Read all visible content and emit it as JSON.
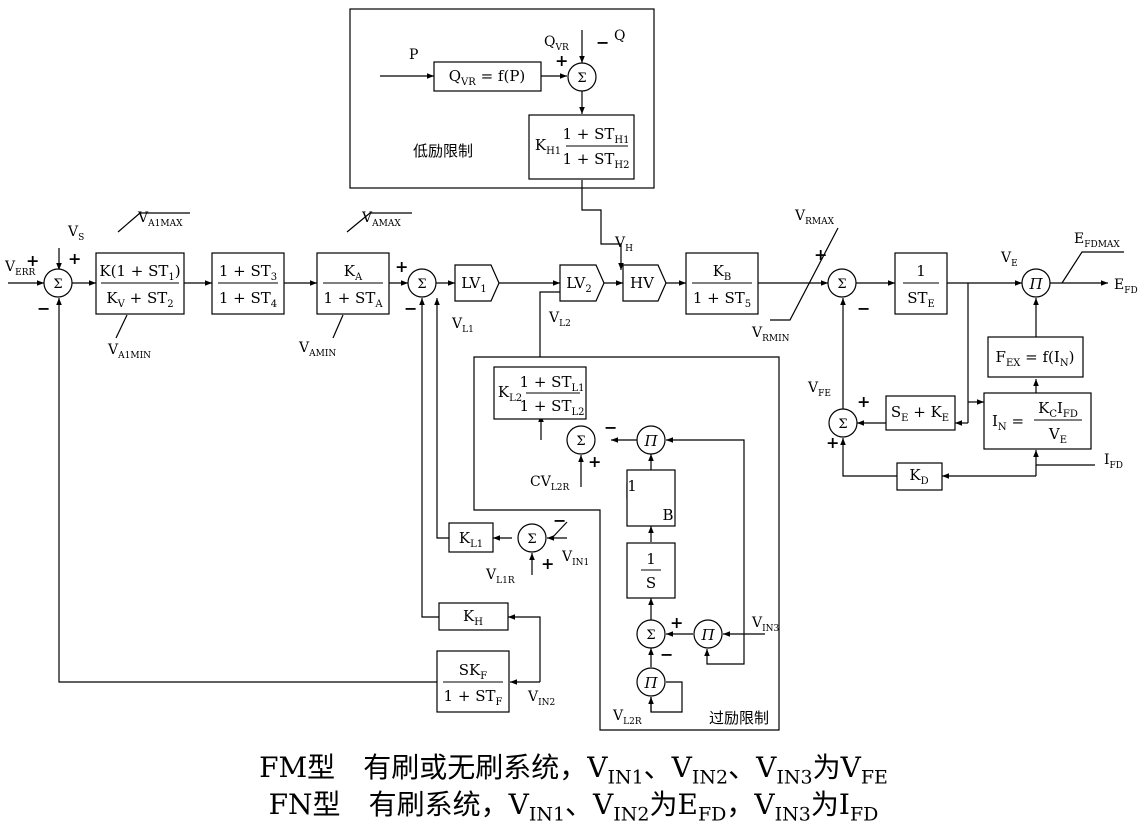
{
  "regions": {
    "under_excitation": "低励限制",
    "over_excitation": "过励限制"
  },
  "signals": {
    "verr_base": "V",
    "verr_sub": "ERR",
    "vs_base": "V",
    "vs_sub": "S",
    "va1max_base": "V",
    "va1max_sub": "A1MAX",
    "va1min_base": "V",
    "va1min_sub": "A1MIN",
    "vamax_base": "V",
    "vamax_sub": "AMAX",
    "vamin_base": "V",
    "vamin_sub": "AMIN",
    "vl1_base": "V",
    "vl1_sub": "L1",
    "vl2_base": "V",
    "vl2_sub": "L2",
    "vh_base": "V",
    "vh_sub": "H",
    "vrmax_base": "V",
    "vrmax_sub": "RMAX",
    "vrmin_base": "V",
    "vrmin_sub": "RMIN",
    "ve_base": "V",
    "ve_sub": "E",
    "efdmax_base": "E",
    "efdmax_sub": "FDMAX",
    "efd_base": "E",
    "efd_sub": "FD",
    "vfe_base": "V",
    "vfe_sub": "FE",
    "ifd_base": "I",
    "ifd_sub": "FD",
    "p": "P",
    "q": "Q",
    "qvr_base": "Q",
    "qvr_sub": "VR",
    "cvl2r_base": "CV",
    "cvl2r_sub": "L2R",
    "vl1r_base": "V",
    "vl1r_sub": "L1R",
    "vin1_base": "V",
    "vin1_sub": "IN1",
    "vin2_base": "V",
    "vin2_sub": "IN2",
    "vin3_base": "V",
    "vin3_sub": "IN3",
    "vl2r_base": "V",
    "vl2r_sub": "L2R"
  },
  "symbols": {
    "sum": "Σ",
    "mult": "Π",
    "plus": "+",
    "minus": "−"
  },
  "blocks": {
    "lv1_base": "LV",
    "lv1_sub": "1",
    "lv2_base": "LV",
    "lv2_sub": "2",
    "hv": "HV",
    "ks_blank": "",
    "integrator_num": "1",
    "integrator_den": "S",
    "switch_one": "1",
    "switch_b": "B"
  },
  "captions": {
    "line1": {
      "model": "FM型",
      "desc": "有刷或无刷系统，",
      "v1": "V",
      "v1_sub": "IN1",
      "sep1": "、",
      "v2": "V",
      "v2_sub": "IN2",
      "sep2": "、",
      "v3": "V",
      "v3_sub": "IN3",
      "is": "为",
      "r": "V",
      "r_sub": "FE"
    },
    "line2": {
      "model": "FN型",
      "desc": "有刷系统，",
      "v1": "V",
      "v1_sub": "IN1",
      "sep1": "、",
      "v2": "V",
      "v2_sub": "IN2",
      "is1": "为",
      "r1": "E",
      "r1_sub": "FD",
      "comma": "，",
      "v3": "V",
      "v3_sub": "IN3",
      "is2": "为",
      "r2": "I",
      "r2_sub": "FD"
    }
  }
}
